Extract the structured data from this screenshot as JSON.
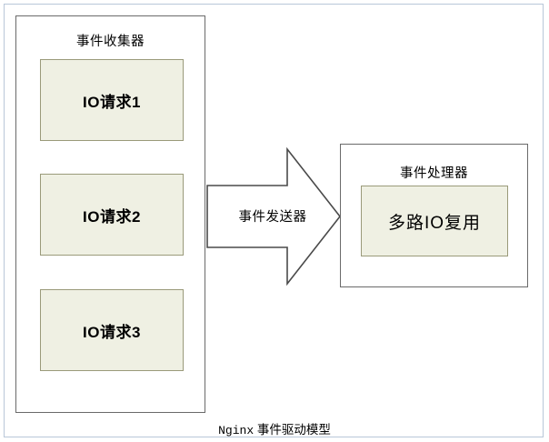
{
  "diagram": {
    "caption_mono": "Nginx",
    "caption_rest": " 事件驱动模型",
    "collector": {
      "title": "事件收集器",
      "items": [
        {
          "label": "IO请求1"
        },
        {
          "label": "IO请求2"
        },
        {
          "label": "IO请求3"
        }
      ]
    },
    "arrow": {
      "label": "事件发送器"
    },
    "processor": {
      "title": "事件处理器",
      "inner_label": "多路IO复用"
    },
    "colors": {
      "outer_border": "#b9c7d9",
      "box_border": "#6a6a6a",
      "node_fill": "#eff0e3",
      "node_border": "#9a9a7a",
      "arrow_stroke": "#4a4a4a",
      "text": "#000000"
    }
  }
}
